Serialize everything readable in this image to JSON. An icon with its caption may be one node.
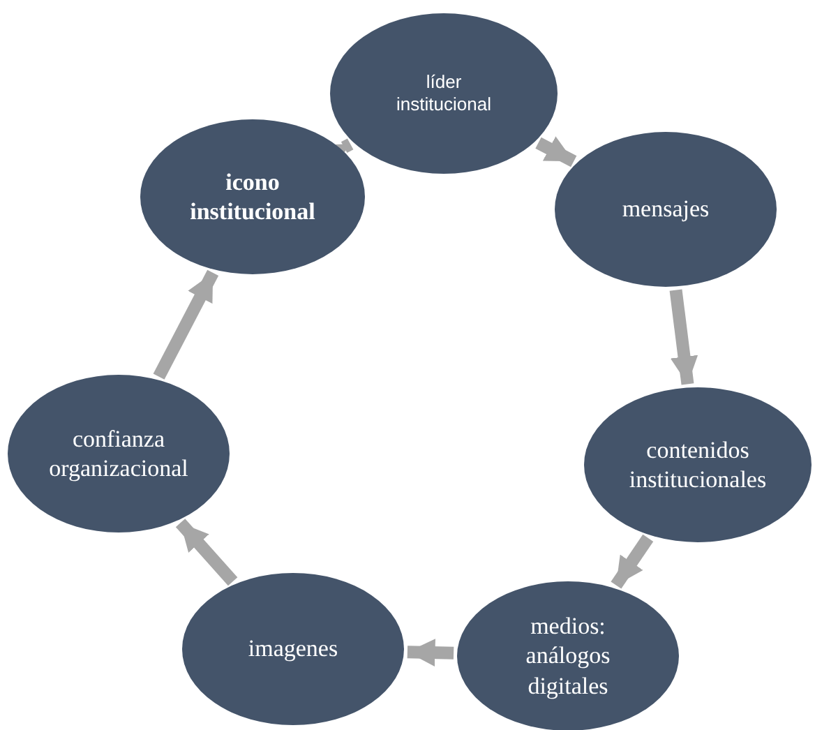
{
  "diagram": {
    "nodes": [
      {
        "text": [
          "líder institucional"
        ]
      },
      {
        "text": [
          "mensajes"
        ]
      },
      {
        "text": [
          "contenidos institucionales"
        ]
      },
      {
        "text": [
          "medios: análogos digitales"
        ]
      },
      {
        "text": [
          "imagenes"
        ]
      },
      {
        "text": [
          "confianza organizacional"
        ]
      },
      {
        "text": [
          "icono institucional"
        ]
      }
    ],
    "edges": [
      {
        "from": 6,
        "to": 0,
        "arrow": "to"
      },
      {
        "from": 0,
        "to": 1,
        "arrow": "to"
      },
      {
        "from": 1,
        "to": 2,
        "arrow": "to"
      },
      {
        "from": 2,
        "to": 3,
        "arrow": "to"
      },
      {
        "from": 3,
        "to": 4,
        "arrow": "to"
      },
      {
        "from": 4,
        "to": 5,
        "arrow": "to"
      },
      {
        "from": 5,
        "to": 6,
        "arrow": "to"
      }
    ]
  }
}
